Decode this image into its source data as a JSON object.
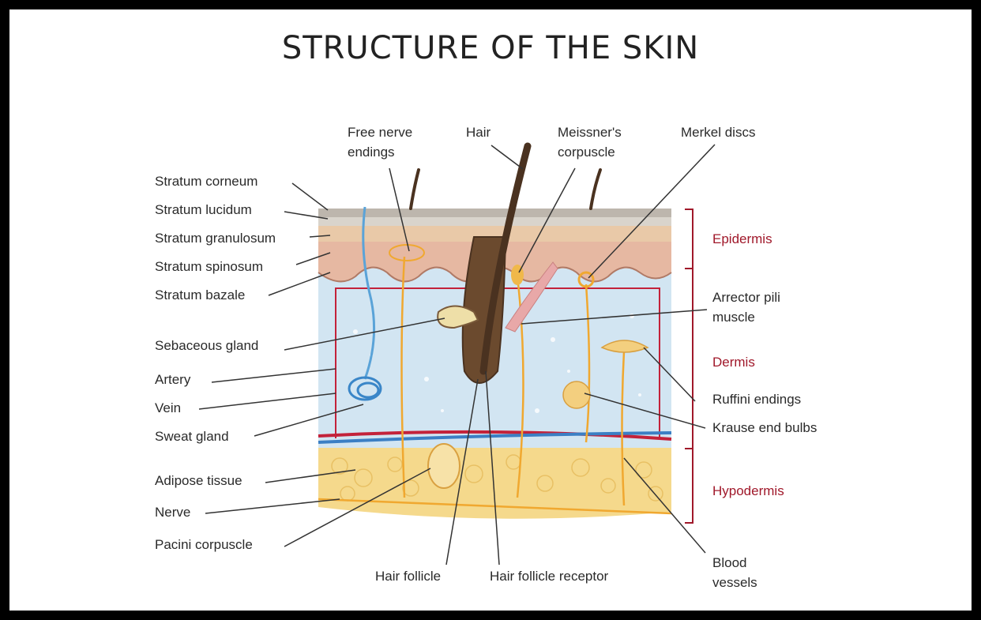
{
  "title": "STRUCTURE OF THE SKIN",
  "colors": {
    "region": "#a0182a",
    "leader": "#333333",
    "nerve": "#f0a830",
    "artery": "#c3223a",
    "vein": "#3b7fc4"
  },
  "labels": {
    "stratum_corneum": "Stratum corneum",
    "stratum_lucidum": "Stratum lucidum",
    "stratum_granulosum": "Stratum granulosum",
    "stratum_spinosum": "Stratum spinosum",
    "stratum_bazale": "Stratum bazale",
    "sebaceous_gland": "Sebaceous gland",
    "artery": "Artery",
    "vein": "Vein",
    "sweat_gland": "Sweat gland",
    "adipose_tissue": "Adipose tissue",
    "nerve": "Nerve",
    "pacini_corpuscle": "Pacini corpuscle",
    "free_nerve_endings_1": "Free nerve",
    "free_nerve_endings_2": "endings",
    "hair": "Hair",
    "meissner_1": "Meissner's",
    "meissner_2": "corpuscle",
    "merkel_discs": "Merkel discs",
    "arrector_1": "Arrector pili",
    "arrector_2": "muscle",
    "ruffini_endings": "Ruffini endings",
    "krause_end_bulbs": "Krause end bulbs",
    "blood_vessels_1": "Blood",
    "blood_vessels_2": "vessels",
    "hair_follicle": "Hair follicle",
    "hair_follicle_receptor": "Hair follicle receptor"
  },
  "regions": {
    "epidermis": "Epidermis",
    "dermis": "Dermis",
    "hypodermis": "Hypodermis"
  }
}
